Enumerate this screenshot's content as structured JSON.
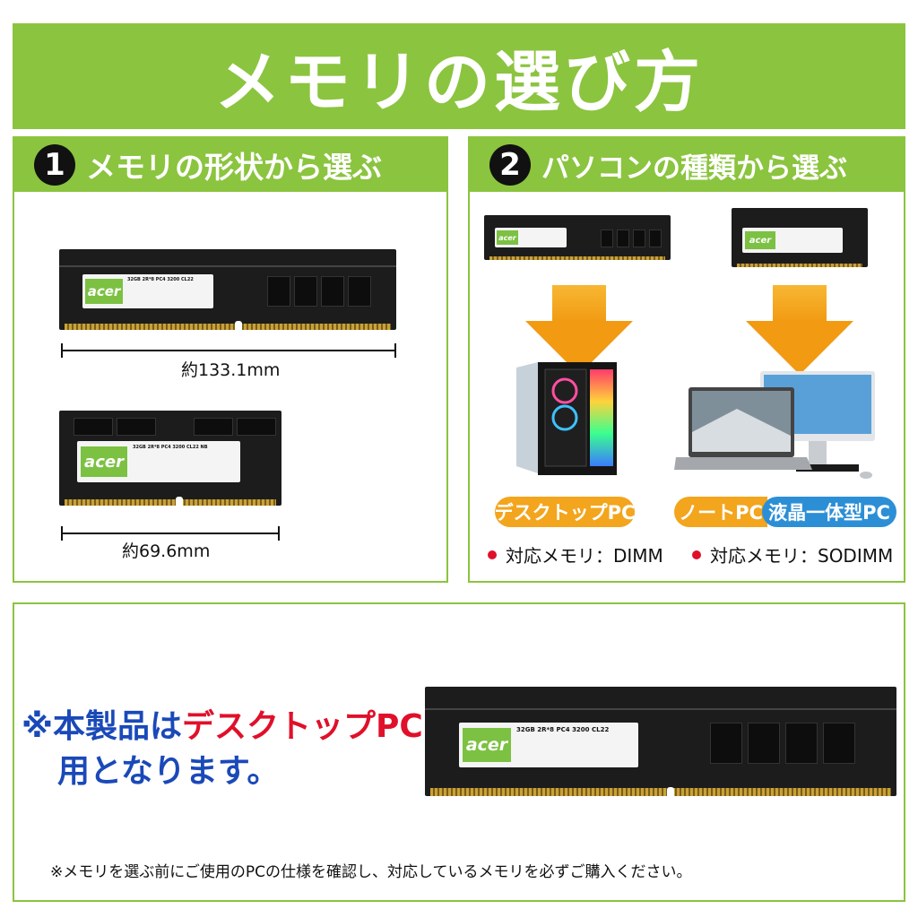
{
  "title": "メモリの選び方",
  "section1": {
    "number": "1",
    "heading": "メモリの形状から選ぶ",
    "dimm_width": "約133.1mm",
    "sodimm_width": "約69.6mm"
  },
  "section2": {
    "number": "2",
    "heading": "パソコンの種類から選ぶ",
    "desktop_label": "デスクトップPC",
    "notebook_label": "ノートPC",
    "aio_label": "液晶一体型PC",
    "desktop_spec": "対応メモリ：DIMM",
    "laptop_spec": "対応メモリ：SODIMM"
  },
  "notice": {
    "prefix": "※本製品は",
    "highlight": "デスクトップPC",
    "line2": "用となります。",
    "footnote": "※メモリを選ぶ前にご使用のPCの仕様を確認し、対応しているメモリを必ずご購入ください。"
  },
  "module": {
    "brand": "acer",
    "dimm_label": "32GB 2R*8 PC4 3200 CL22",
    "sodimm_label": "32GB 2R*8 PC4 3200 CL22 NB"
  },
  "colors": {
    "accent_green": "#8bc43f",
    "arrow_orange": "#f29a12",
    "pill_orange": "#f3a51d",
    "pill_blue": "#2c8fd6",
    "notice_blue": "#1a49b8",
    "notice_red": "#e0102a"
  }
}
